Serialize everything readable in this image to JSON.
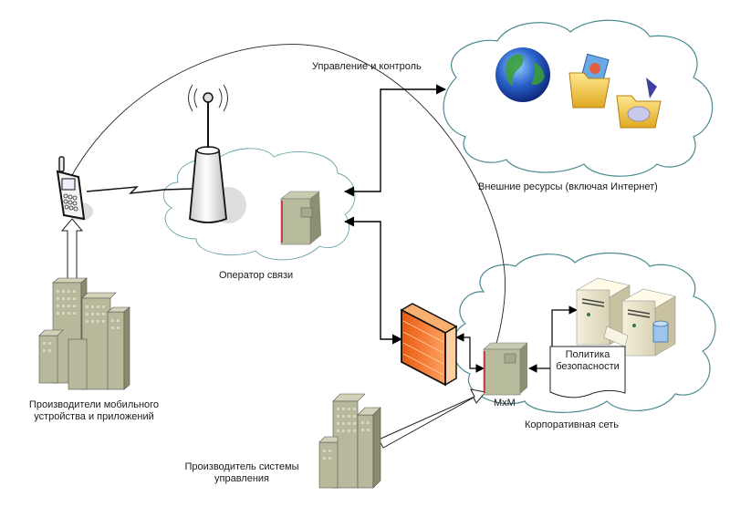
{
  "labels": {
    "control": "Управление и контроль",
    "external": "Внешние ресурсы (включая Интернет)",
    "operator": "Оператор связи",
    "device_makers_line1": "Производители мобильного",
    "device_makers_line2": "устройства и приложений",
    "system_maker_line1": "Производитель системы",
    "system_maker_line2": "управления",
    "mxm": "MxM",
    "corporate": "Корпоративная сеть",
    "policy_line1": "Политика",
    "policy_line2": "безопасности"
  },
  "icons": {
    "phone": "mobile-phone-icon",
    "tower": "cell-tower-icon",
    "operator_server": "mainframe-server-icon",
    "globe": "globe-icon",
    "folder_picture": "picture-folder-icon",
    "folder_music": "music-folder-icon",
    "firewall": "firewall-icon",
    "mxm_server": "mxm-server-icon",
    "corp_servers": "tower-servers-icon",
    "buildings_left": "office-buildings-icon",
    "building_bottom": "office-building-icon",
    "policy_doc": "document-icon"
  },
  "colors": {
    "cloud_stroke": "#4a8a90",
    "building": "#b8b89a",
    "firewall": "#f07a2a",
    "server": "#b9bc9c",
    "accent_red": "#d02020"
  }
}
